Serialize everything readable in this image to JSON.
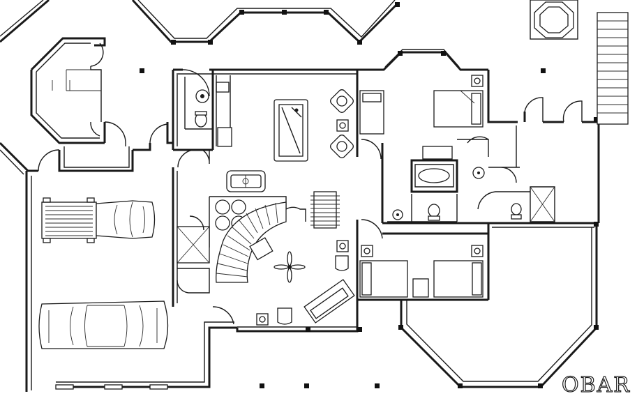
{
  "diagram": {
    "type": "architectural-floor-plan",
    "watermark": "OBAR",
    "fixtures": [
      "pool-table",
      "foosball-table",
      "air-hockey-table",
      "ceiling-fan",
      "sofa",
      "spiral-staircase",
      "hot-tub",
      "exterior-stairs",
      "beds",
      "bathtub",
      "toilets",
      "sinks",
      "vehicles"
    ]
  }
}
